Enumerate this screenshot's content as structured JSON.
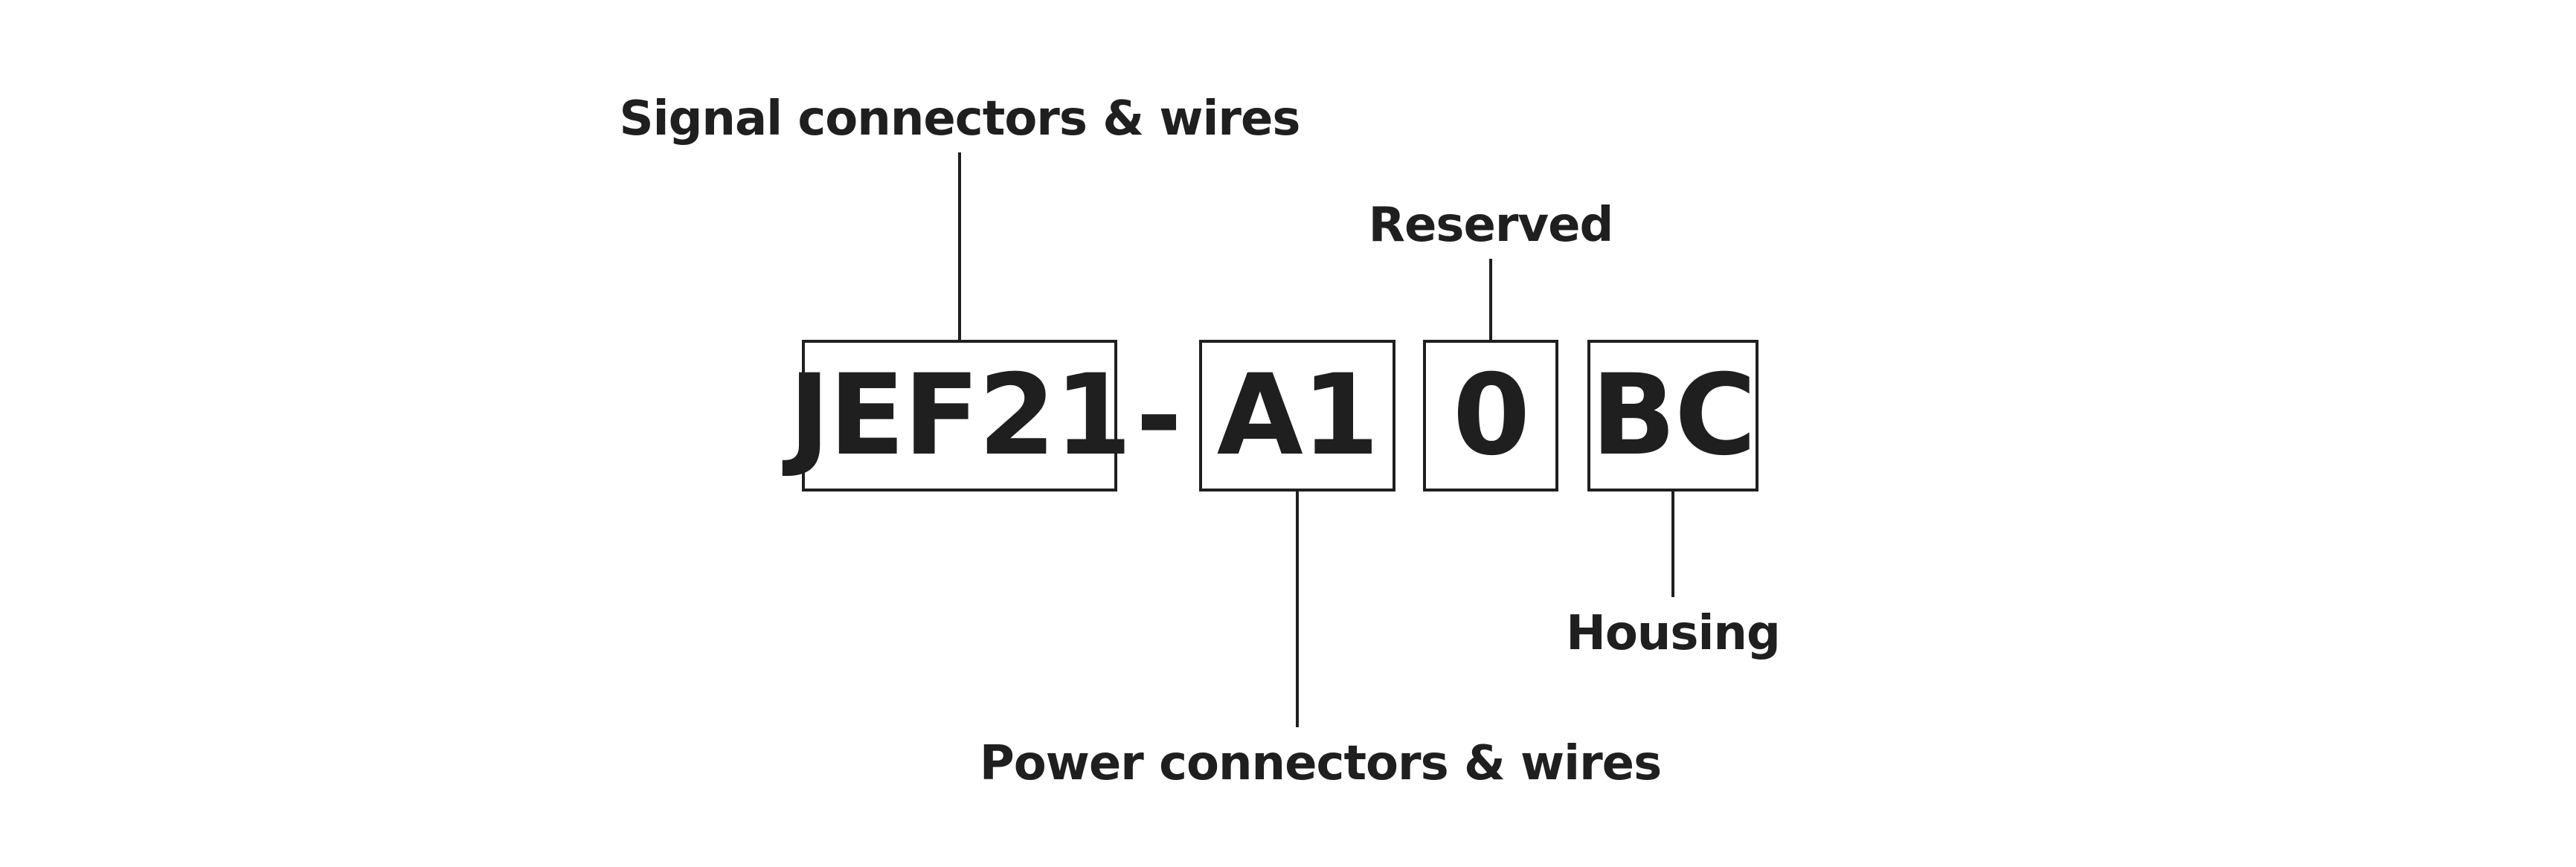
{
  "diagram": {
    "segments": {
      "signal": "JEF21",
      "separator": "-",
      "power": "A1",
      "reserved": "0",
      "housing": "BC"
    },
    "labels": {
      "signal": "Signal connectors & wires",
      "reserved": "Reserved",
      "housing": "Housing",
      "power": "Power connectors & wires"
    },
    "colors": {
      "ink": "#1f1f1f",
      "background": "#ffffff"
    }
  }
}
